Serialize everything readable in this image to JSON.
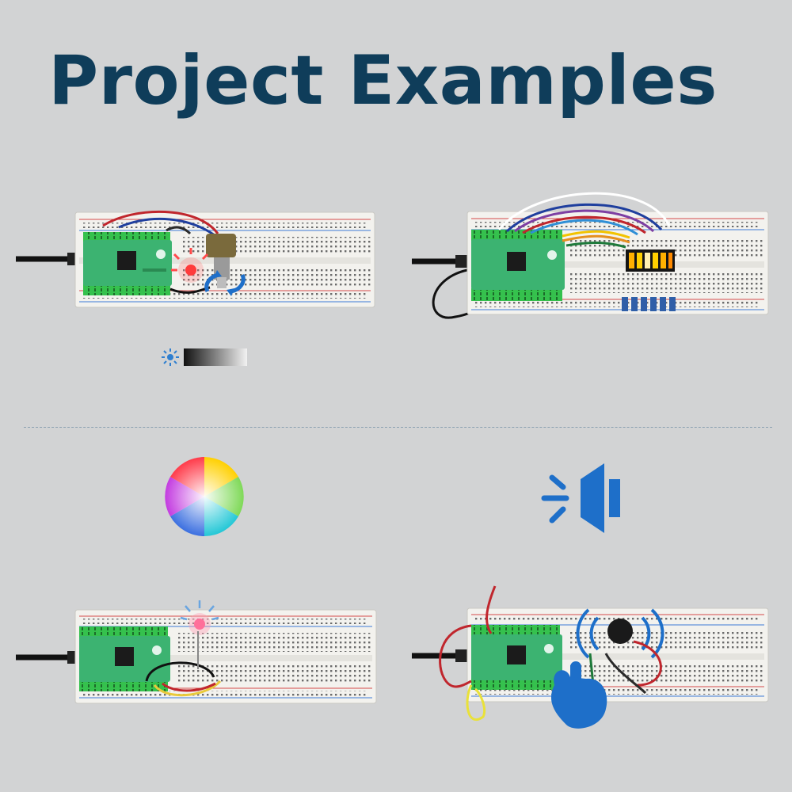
{
  "page": {
    "title": "Project Examples"
  },
  "colors": {
    "title": "#0f3d5a",
    "accent_blue": "#1e6fc9",
    "board_green": "#3cb371",
    "breadboard": "#f3f2ee",
    "background": "#d2d3d4"
  },
  "panels": [
    {
      "name": "potentiometer-led-project",
      "icons": [
        "sun-icon",
        "brightness-gradient-icon",
        "rotate-arrows-icon"
      ]
    },
    {
      "name": "led-bar-graph-project",
      "icons": [
        "led-bar-graph-icon"
      ]
    },
    {
      "name": "rgb-led-project",
      "icons": [
        "color-wheel-icon",
        "glowing-led-icon"
      ]
    },
    {
      "name": "buzzer-button-project",
      "icons": [
        "speaker-sound-icon",
        "tapping-hand-icon",
        "sound-waves-icon"
      ]
    }
  ]
}
